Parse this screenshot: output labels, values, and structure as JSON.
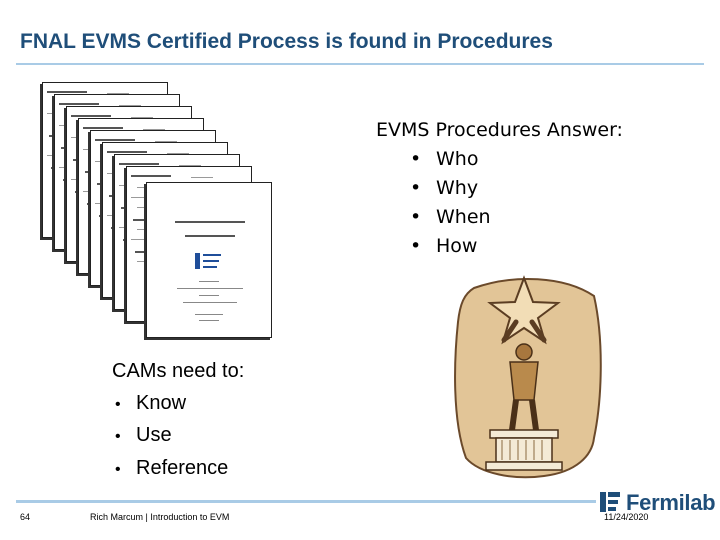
{
  "slide": {
    "title": "FNAL EVMS Certified Process is found in Procedures",
    "answer_heading": "EVMS Procedures Answer:",
    "answer_items": [
      "Who",
      "Why",
      "When",
      "How"
    ],
    "cams_heading": "CAMs need to:",
    "cams_items": [
      "Know",
      "Use",
      "Reference"
    ]
  },
  "footer": {
    "page_number": "64",
    "presenter": "Rich Marcum | Introduction to EVM",
    "date": "11/24/2020",
    "logo_text": "Fermilab"
  },
  "colors": {
    "title": "#1f4e79",
    "rule": "#a9cbe6",
    "clipart_bg": "#e2c597",
    "star": "#f2ddb6"
  },
  "icons": {
    "logo": "fermilab-logo-icon",
    "clipart": "trophy-figure-star-clipart"
  }
}
